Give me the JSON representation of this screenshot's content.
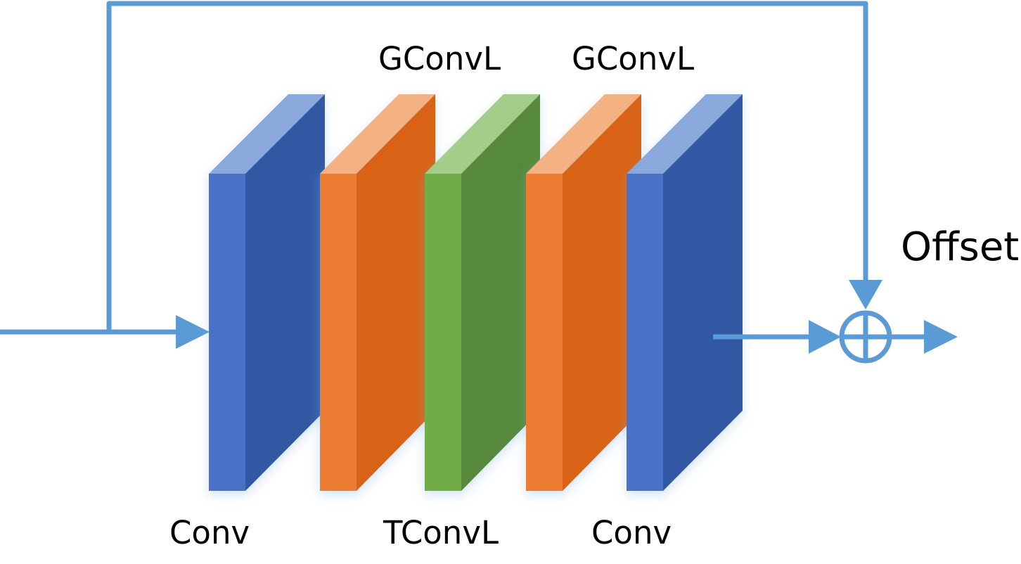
{
  "diagram": {
    "labels": {
      "conv_left": "Conv",
      "gconvl_left": "GConvL",
      "tconvl": "TConvL",
      "gconvl_right": "GConvL",
      "conv_right": "Conv",
      "offset": "Offset"
    },
    "colors": {
      "arrow": "#5b9bd5",
      "conv_front": "#4a72c7",
      "conv_side": "#3358a3",
      "conv_top": "#8aa8dc",
      "gconv_front": "#ed7d31",
      "gconv_side": "#d86316",
      "gconv_top": "#f3b184",
      "tconv_front": "#70ad47",
      "tconv_side": "#56893a",
      "tconv_top": "#a4cd89"
    }
  }
}
